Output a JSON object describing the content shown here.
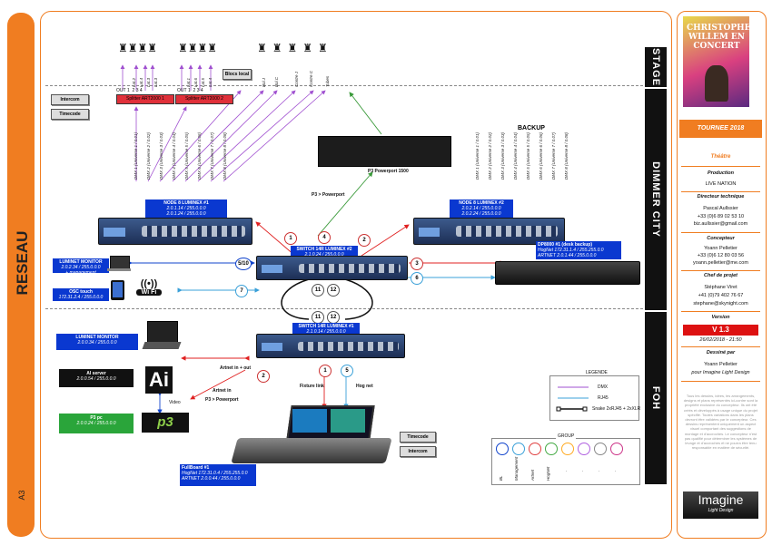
{
  "left_band": {
    "title": "RESEAU",
    "page_format": "A3"
  },
  "zones": {
    "stage": "STAGE",
    "dimmer_city": "DIMMER CITY",
    "foh": "FOH"
  },
  "stage": {
    "fixtures_left": [
      "Lat.2",
      "Lat.4",
      "Lat.3",
      "Lat.3"
    ],
    "fixtures_mid": [
      "Lat.1",
      "Lat.6",
      "Lat.5",
      "Lat.4"
    ],
    "fixtures_right": [
      "Bol.J",
      "Bol.C",
      "Contre J",
      "Contre C",
      "Tubes"
    ],
    "blocs_local": "Blocs local",
    "splitter1": "Splitter ART2000 1",
    "splitter2": "Splitter ART2000 2",
    "splitter_ports": [
      "OUT",
      "1",
      "2",
      "3",
      "4"
    ],
    "intercom": "Intercom",
    "timecode": "Timecode"
  },
  "dimmer": {
    "backup_title": "BACKUP",
    "universes_left": [
      "DMX 1 (Universe 1 / 0.01)",
      "DMX 2 (Universe 2 / 0.02)",
      "DMX 3 (Universe 3 / 0.03)",
      "DMX 4 (Universe 4 / 0.04)",
      "DMX 5 (Universe 5 / 0.05)",
      "DMX 6 (Universe 6 / 0.06)",
      "DMX 7 (Universe 7 / 0.07)",
      "DMX 8 (Universe 8 / 0.08)"
    ],
    "universes_right": [
      "DMX 1 (Universe 1 / 0.01)",
      "DMX 2 (Universe 2 / 0.02)",
      "DMX 3 (Universe 3 / 0.03)",
      "DMX 4 (Universe 4 / 0.04)",
      "DMX 5 (Universe 5 / 0.05)",
      "DMX 6 (Universe 6 / 0.06)",
      "DMX 7 (Universe 7 / 0.07)",
      "DMX 8 (Universe 8 / 0.08)"
    ],
    "powerport": {
      "label": "P3 Powerport 1500",
      "link": "P3 > Powerport"
    },
    "node1": {
      "title": "NODE 8 LUMINEX #1",
      "ip1": "2.0.1.14 / 255.0.0.0",
      "ip2": "2.0.1.24 / 255.0.0.0"
    },
    "node2": {
      "title": "NODE 8 LUMINEX #2",
      "ip1": "2.0.2.14 / 255.0.0.0",
      "ip2": "2.0.2.24 / 255.0.0.0"
    },
    "switch2": {
      "title": "SWITCH 14R LUMINEX #2",
      "ip": "2.1.0.24 / 255.0.0.0"
    },
    "dp8000": {
      "title": "DP8000 #1 (desk backup)",
      "hog": "HogNet 172.31.1.4 / 255.255.0.0",
      "artnet": "ARTNET 2.0.1.44 / 255.0.0.0"
    },
    "lumnet_monitor": {
      "title": "LUMINET MONITOR",
      "ip": "2.0.2.34 / 255.0.0.0",
      "extra": "+ management"
    },
    "osc": {
      "title": "OSC touch",
      "ip": "172.31.2.4 / 255.0.0.0"
    },
    "wifi": "Wi Fi",
    "ports": {
      "p1": "1",
      "p2": "2",
      "p3": "3",
      "p4": "4",
      "p5": "5/10",
      "p6": "6",
      "p7": "7",
      "p11": "11",
      "p12": "12"
    }
  },
  "foh": {
    "switch1": {
      "title": "SWITCH 14R LUMINEX #1",
      "ip": "2.1.0.14 / 255.0.0.0"
    },
    "lumnet_monitor": {
      "title": "LUMINET MONITOR",
      "ip": "2.0.0.34 / 255.0.0.0"
    },
    "ai_server": {
      "title": "AI server",
      "ip": "2.0.0.54 / 255.0.0.0"
    },
    "p3_pc": {
      "title": "P3 pc",
      "ip": "2.0.0.24 / 255.0.0.0"
    },
    "artnet_in_out": "Artnet in + out",
    "artnet_in": "Artnet in",
    "video": "Video",
    "p3_powerport": "P3 > Powerport",
    "fixture_link": "Fixture link",
    "hog_net": "Hog net",
    "fullboard": {
      "title": "FullBoard #1",
      "hog": "HogNet 172.31.0.4 / 255.255.0.0",
      "artnet": "ARTNET 2.0.0.44 / 255.0.0.0"
    },
    "timecode": "Timecode",
    "intercom": "Intercom",
    "ports": {
      "p1": "1",
      "p2": "2",
      "p5": "5",
      "p11": "11",
      "p12": "12"
    }
  },
  "legend": {
    "title": "LEGENDE",
    "dmx": "DMX",
    "rj45": "RJ45",
    "snake": "Snake 2xRJ45 + 2xXLR",
    "colors": {
      "dmx": "#a050d0",
      "rj45": "#3aa0d8",
      "snake": "#111111"
    }
  },
  "group": {
    "title": "GROUP",
    "labels": [
      "BL",
      "Management",
      "Artnet",
      "HogNet",
      ".",
      ".",
      ".",
      "."
    ],
    "colors": [
      "#1144cc",
      "#3aa0d8",
      "#e04040",
      "#44aa44",
      "#ffaa22",
      "#b060e0",
      "#888888",
      "#cc3388"
    ]
  },
  "right_panel": {
    "poster_text": "CHRISTOPHE WILLEM EN CONCERT",
    "tournee": "TOURNEE 2018",
    "theatre": "Théâtre",
    "production_head": "Production",
    "production": "LIVE NATION",
    "dt_head": "Directeur technique",
    "dt_name": "Pascal Aullssier",
    "dt_phone": "+33 (0)6 89 02 53 10",
    "dt_mail": "biz.aullssier@gmail.com",
    "concepteur_head": "Concepteur",
    "concepteur_name": "Yoann Pelletier",
    "concepteur_phone": "+33 (0)6 12 80 03 56",
    "concepteur_mail": "yoann.pelletier@me.com",
    "chef_head": "Chef de projet",
    "chef_name": "Stéphane Viret",
    "chef_phone": "+41 (0)79 402 76 67",
    "chef_mail": "stephane@skynight.com",
    "version_head": "Version",
    "version": "V 1.3",
    "date": "26/02/2018 - 21:50",
    "dessine_head": "Dessiné par",
    "dessine_name": "Yoann Pelletier",
    "dessine_for": "pour Imagine Light Design",
    "disclaimer": "Tous les dessins, idées, les arrangements, designs et plans représentés ici-contre sont la propriété exclusive du concepteur. Ils ont été créés et développés à usage unique du projet spécifié. Toutes variations dans les plans devront être validées par le concepteur. Ces dessins représentent uniquement un aspect visuel comportant des suggestions de montage et d'accroches. Le concepteur n'est pas qualifié pour déterminer les systèmes de levage et d'accroches et ne pourra être tenu responsable en matière de sécurité.",
    "logo": "Imagine",
    "logo_sub": "Light Design",
    "colors": {
      "accent": "#f07d21",
      "version_bg": "#dd1111"
    }
  }
}
